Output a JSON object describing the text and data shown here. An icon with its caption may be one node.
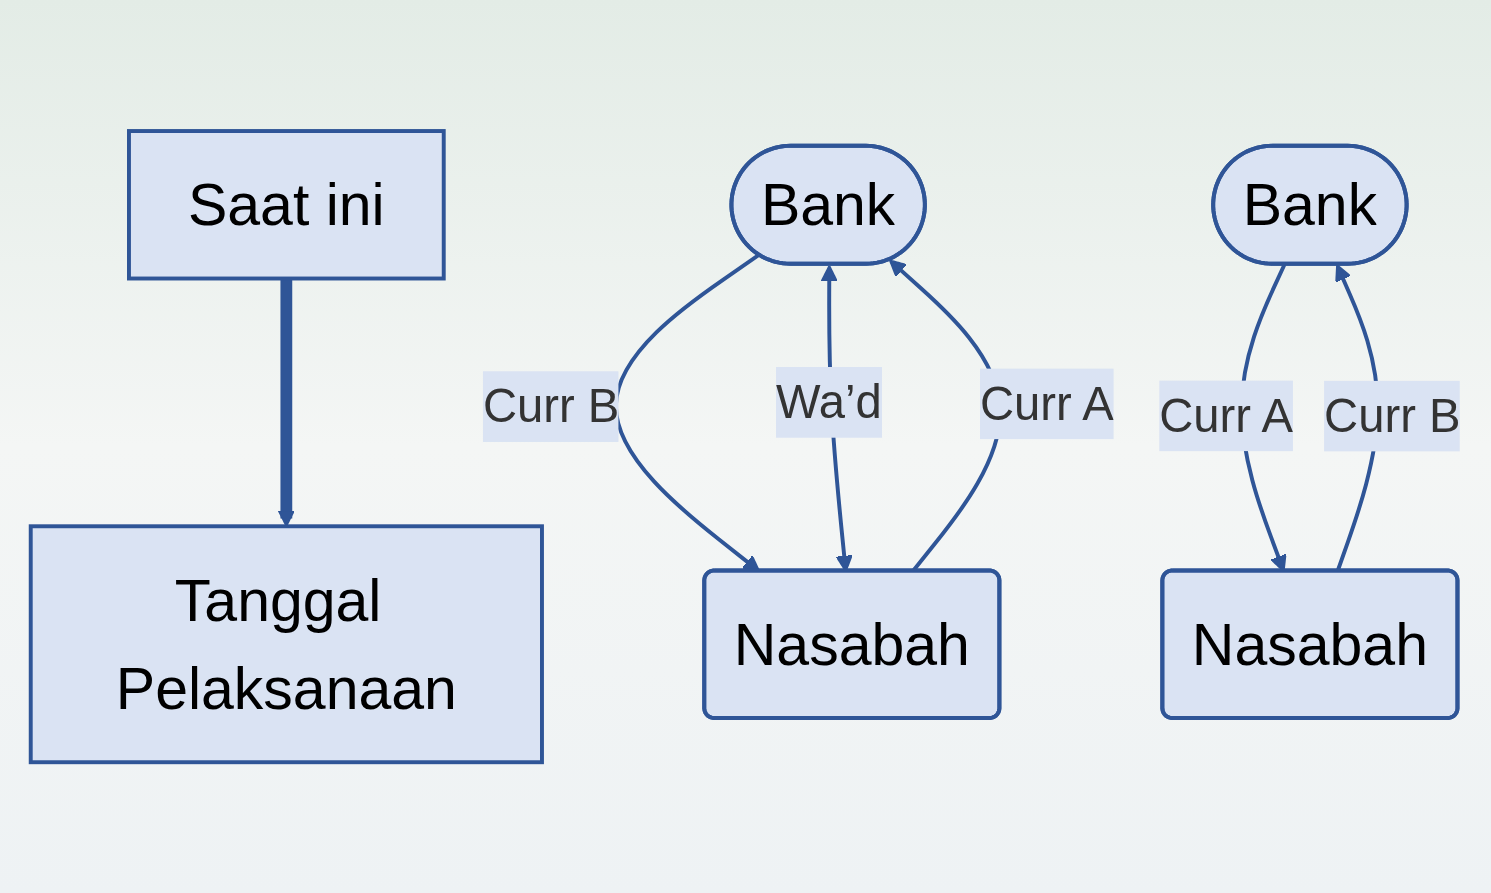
{
  "diagram": {
    "nodes": [
      {
        "text": [
          "Saat ini"
        ]
      },
      {
        "text": [
          "Bank"
        ]
      },
      {
        "text": [
          "Nasabah"
        ]
      },
      {
        "text": [
          "Tanggal Pelaksanaan"
        ]
      },
      {
        "text": [
          "Bank"
        ]
      },
      {
        "text": [
          "Nasabah"
        ]
      }
    ],
    "edges": [
      {
        "from": 2,
        "to": 1,
        "arrow": "to",
        "label": "Curr A"
      },
      {
        "from": 1,
        "to": 2,
        "arrow": "to",
        "label": "Curr B"
      },
      {
        "from": 1,
        "to": 2,
        "arrow": "both",
        "label": "Wa’d"
      },
      {
        "from": 0,
        "to": 3,
        "arrow": "to",
        "style": "thick"
      },
      {
        "from": 5,
        "to": 4,
        "arrow": "to",
        "label": "Curr B"
      },
      {
        "from": 4,
        "to": 5,
        "arrow": "to",
        "label": "Curr A"
      }
    ]
  }
}
